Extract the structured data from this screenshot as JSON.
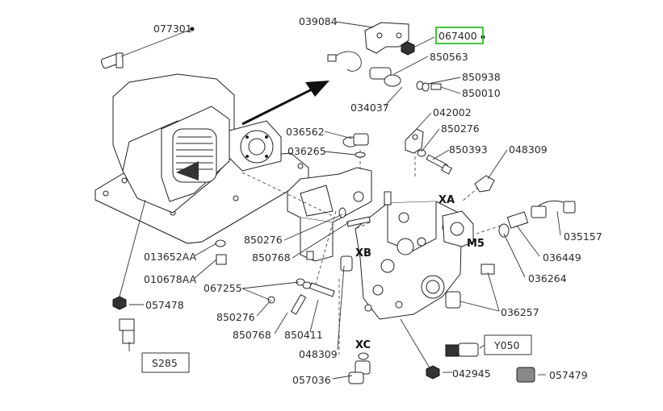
{
  "part_labels": {
    "p077301": "077301",
    "p039084": "039084",
    "p067400": "067400",
    "p850563": "850563",
    "p850938": "850938",
    "p850010": "850010",
    "p034037": "034037",
    "p042002": "042002",
    "p036562": "036562",
    "p850276a": "850276",
    "p036265": "036265",
    "p850393": "850393",
    "p048309a": "048309",
    "pXA": "XA",
    "pM5": "M5",
    "p035157": "035157",
    "p036449": "036449",
    "p036264": "036264",
    "p036257": "036257",
    "p850276b": "850276",
    "p850768a": "850768",
    "pXB": "XB",
    "p013652AA": "013652AA",
    "p010678AA": "010678AA",
    "p067255": "067255",
    "p057478": "057478",
    "p850276c": "850276",
    "p850768b": "850768",
    "p850411": "850411",
    "p048309b": "048309",
    "pXC": "XC",
    "p057036": "057036",
    "pS285": "S285",
    "pY050": "Y050",
    "p042945": "042945",
    "p057479": "057479"
  },
  "highlight": {
    "part": "067400",
    "color": "#44c43a"
  }
}
